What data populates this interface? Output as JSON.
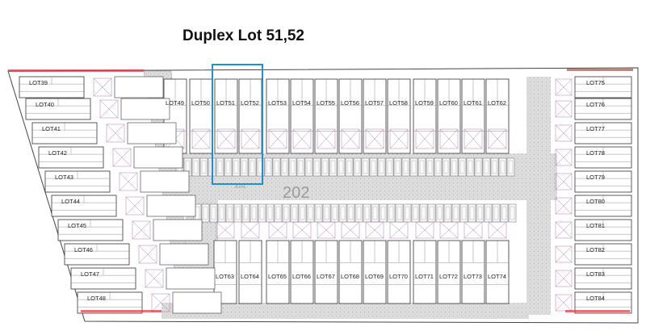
{
  "heading": "Duplex Lot 51,52",
  "road_label": "202",
  "lane_label": "JOAL",
  "highlight_color": "#1e8fcf",
  "colors": {
    "line": "#333333",
    "road": "#d0d0d0",
    "accent": "#d63c3c"
  },
  "lots": {
    "left": [
      "LOT39",
      "LOT40",
      "LOT41",
      "LOT42",
      "LOT43",
      "LOT44",
      "LOT45",
      "LOT46",
      "LOT47",
      "LOT48"
    ],
    "top": [
      "LOT49",
      "LOT50",
      "LOT51",
      "LOT52",
      "LOT53",
      "LOT54",
      "LOT55",
      "LOT56",
      "LOT57",
      "LOT58",
      "LOT59",
      "LOT60",
      "LOT61",
      "LOT62"
    ],
    "bottom": [
      "LOT63",
      "LOT64",
      "LOT65",
      "LOT66",
      "LOT67",
      "LOT68",
      "LOT69",
      "LOT70",
      "LOT71",
      "LOT72",
      "LOT73",
      "LOT74"
    ],
    "right": [
      "LOT75",
      "LOT76",
      "LOT77",
      "LOT78",
      "LOT79",
      "LOT80",
      "LOT81",
      "LOT82",
      "LOT83",
      "LOT84"
    ]
  }
}
